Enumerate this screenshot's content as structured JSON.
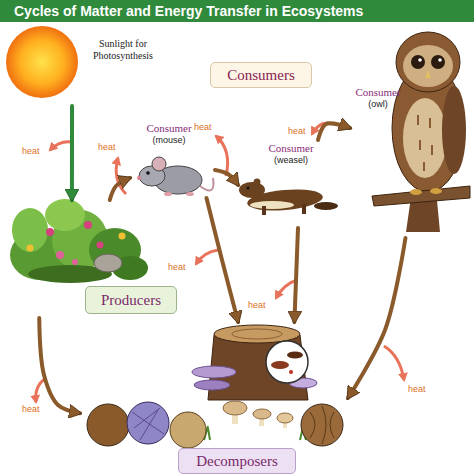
{
  "diagram": {
    "title": "Cycles of Matter and Energy Transfer in Ecosystems",
    "nodes": [
      {
        "text": [
          "Sunlight for Photosynthesis"
        ]
      },
      {
        "text": [
          "Consumers"
        ]
      },
      {
        "text": [
          "Consumer",
          "(owl)"
        ]
      },
      {
        "text": [
          "Consumer",
          "(mouse)"
        ]
      },
      {
        "text": [
          "Consumer",
          "(weasel)"
        ]
      },
      {
        "text": [
          "Producers"
        ]
      },
      {
        "text": [
          "Decomposers"
        ]
      }
    ],
    "edges": [
      {
        "from": 0,
        "to": 5,
        "arrow": "to"
      },
      {
        "from": 5,
        "to": 3,
        "arrow": "to"
      },
      {
        "from": 3,
        "to": 4,
        "arrow": "to"
      },
      {
        "from": 4,
        "to": 2,
        "arrow": "to"
      },
      {
        "from": 5,
        "to": 6,
        "arrow": "to"
      },
      {
        "from": 3,
        "to": 6,
        "arrow": "to"
      },
      {
        "from": 4,
        "to": 6,
        "arrow": "to"
      },
      {
        "from": 2,
        "to": 6,
        "arrow": "to"
      }
    ],
    "labels": [
      "heat",
      "heat",
      "heat",
      "heat",
      "heat",
      "heat",
      "heat",
      "heat"
    ]
  }
}
